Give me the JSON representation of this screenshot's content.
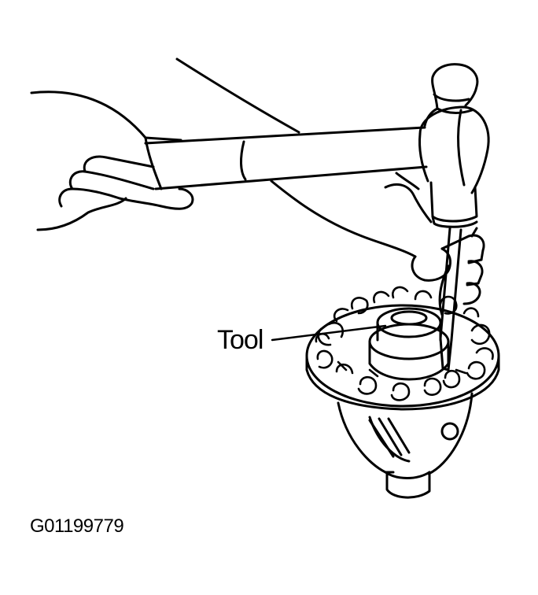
{
  "diagram": {
    "callout_label": "Tool",
    "figure_id": "G01199779"
  },
  "colors": {
    "ink": "#000000",
    "background": "#ffffff"
  },
  "parts": [
    "hand-holding-hammer",
    "hammer",
    "hand-holding-punch",
    "punch-tool",
    "differential-case",
    "ring-gear-bolt-holes",
    "side-bearing-hub"
  ]
}
